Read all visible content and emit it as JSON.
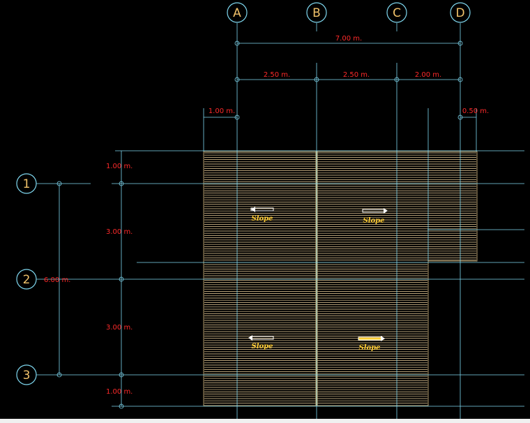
{
  "grid": {
    "columns": [
      "A",
      "B",
      "C",
      "D"
    ],
    "rows": [
      "1",
      "2",
      "3"
    ]
  },
  "dimensions": {
    "total_width": "7.00 m.",
    "bay_ab": "2.50 m.",
    "bay_bc": "2.50 m.",
    "bay_cd": "2.00 m.",
    "overhang_left": "1.00 m.",
    "overhang_right": "0.50 m.",
    "overhang_top": "1.00 m.",
    "span_12": "3.00 m.",
    "total_height": "6.00 m.",
    "span_23": "3.00 m.",
    "overhang_bottom": "1.00 m."
  },
  "labels": {
    "slope_1": "Slope",
    "slope_2": "Slope",
    "slope_3": "Slope",
    "slope_4": "Slope"
  },
  "colors": {
    "background": "#000000",
    "grid_line": "#7fd8f0",
    "bubble": "#7fd8f0",
    "grid_letter": "#f2c36b",
    "dimension_text": "#ff2a2a",
    "roof_line": "#f2d6a0",
    "slope_text": "#ffcc33"
  }
}
